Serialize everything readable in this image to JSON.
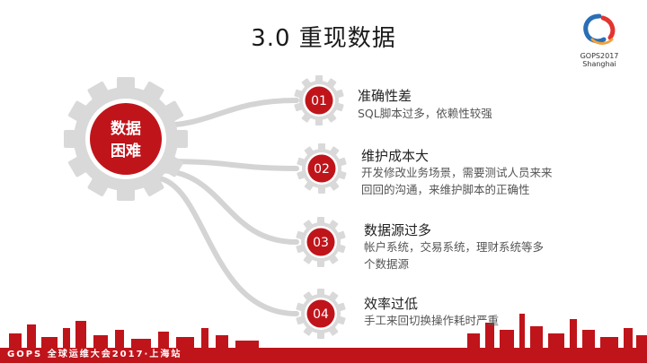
{
  "slide": {
    "title": "3.0 重现数据"
  },
  "logo": {
    "name": "GOPS2017",
    "subtitle": "Shanghai"
  },
  "hub": {
    "line1": "数据",
    "line2": "困难"
  },
  "items": [
    {
      "number": "01",
      "title": "准确性差",
      "desc": [
        "SQL脚本过多，依赖性较强"
      ]
    },
    {
      "number": "02",
      "title": "维护成本大",
      "desc": [
        "开发修改业务场景，需要测试人员来来",
        "回回的沟通，来维护脚本的正确性"
      ]
    },
    {
      "number": "03",
      "title": "数据源过多",
      "desc": [
        "帐户系统，交易系统，理财系统等多",
        "个数据源"
      ]
    },
    {
      "number": "04",
      "title": "效率过低",
      "desc": [
        "手工来回切换操作耗时严重"
      ]
    }
  ],
  "footer": {
    "text": "GOPS 全球运维大会2017·上海站"
  },
  "colors": {
    "accent": "#c0141b",
    "gear": "#d9d9d9",
    "connector": "#d4d4d4"
  }
}
